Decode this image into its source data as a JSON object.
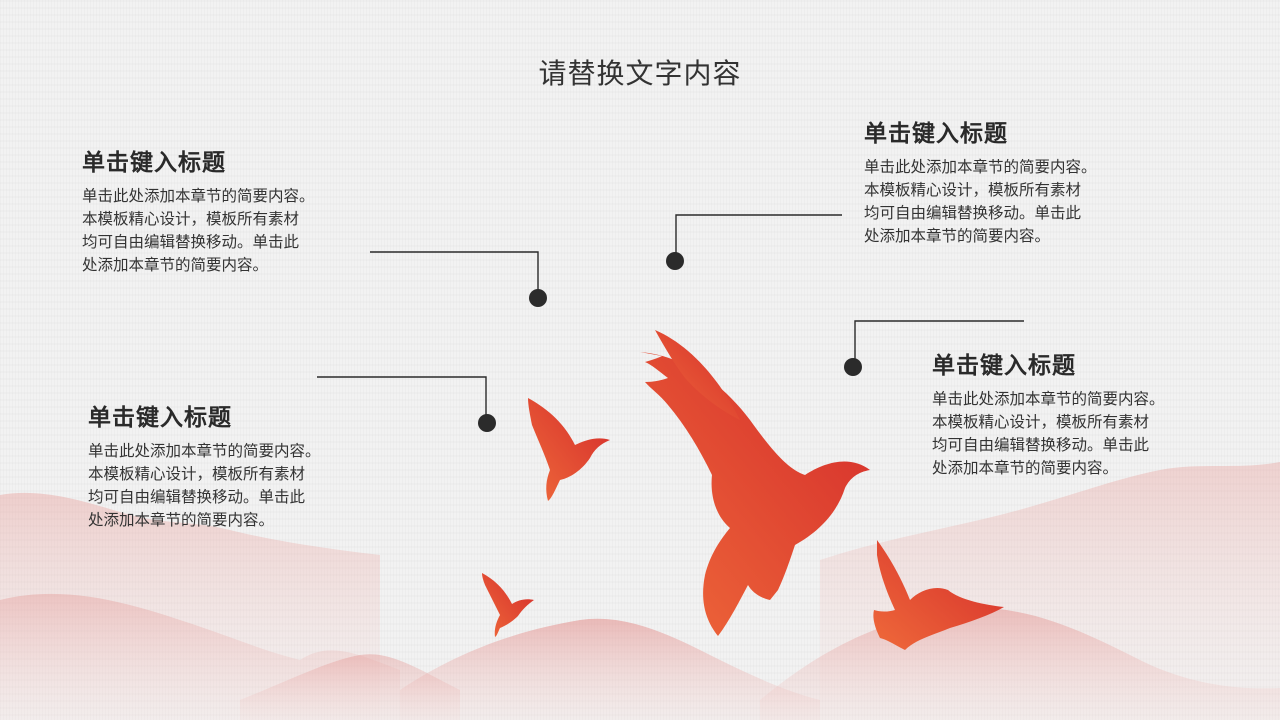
{
  "page": {
    "title": "请替换文字内容"
  },
  "blocks": [
    {
      "title": "单击键入标题",
      "body": "单击此处添加本章节的简要内容。\n本模板精心设计，模板所有素材\n均可自由编辑替换移动。单击此\n处添加本章节的简要内容。"
    },
    {
      "title": "单击键入标题",
      "body": "单击此处添加本章节的简要内容。\n本模板精心设计，模板所有素材\n均可自由编辑替换移动。单击此\n处添加本章节的简要内容。"
    },
    {
      "title": "单击键入标题",
      "body": "单击此处添加本章节的简要内容。\n本模板精心设计，模板所有素材\n均可自由编辑替换移动。单击此\n处添加本章节的简要内容。"
    },
    {
      "title": "单击键入标题",
      "body": "单击此处添加本章节的简要内容。\n本模板精心设计，模板所有素材\n均可自由编辑替换移动。单击此\n处添加本章节的简要内容。"
    }
  ],
  "colors": {
    "connector": "#2b2b2b",
    "bird_light": "#ef6a3a",
    "bird_dark": "#d42b2b",
    "mountain": "#e9a9a4"
  }
}
